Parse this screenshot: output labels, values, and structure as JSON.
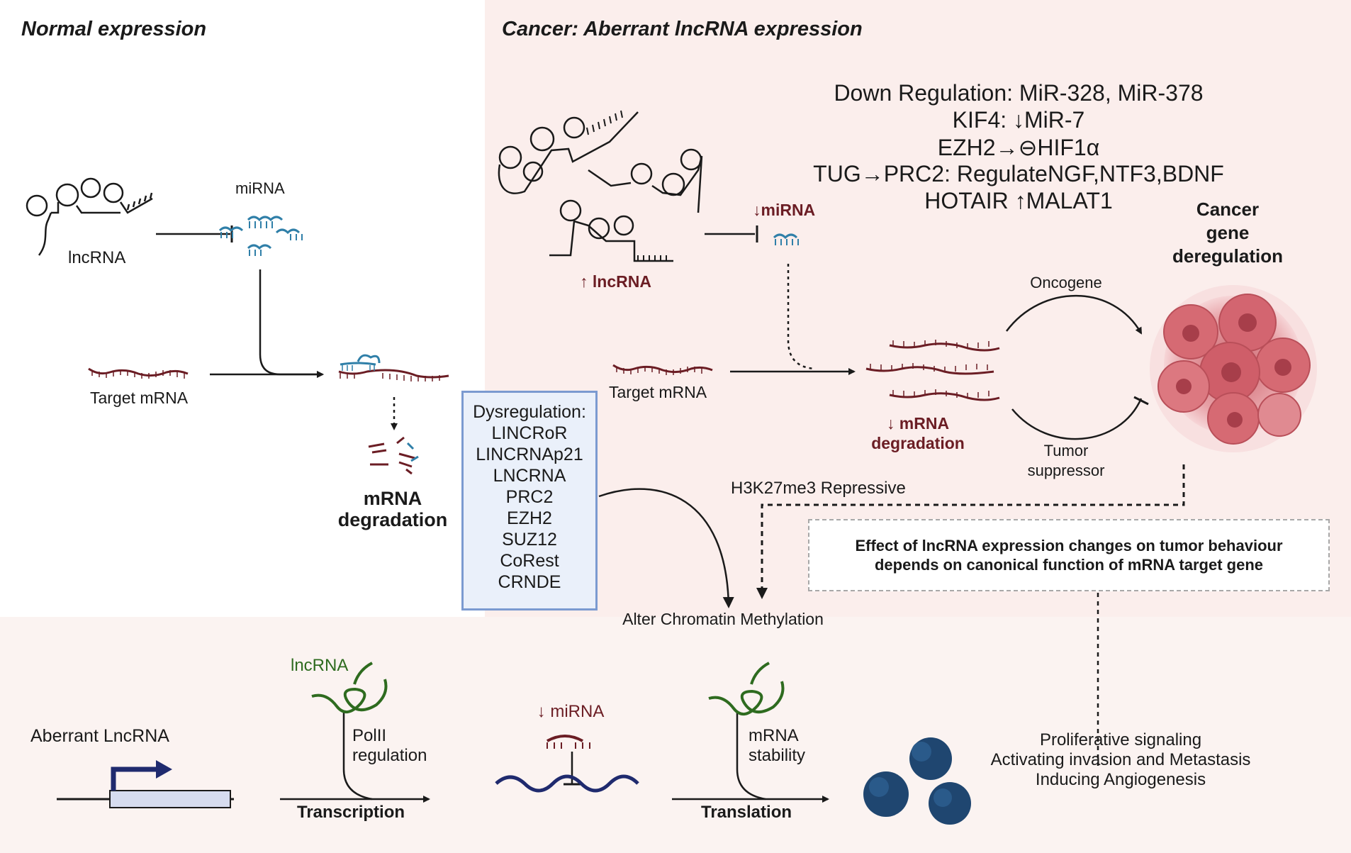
{
  "normal": {
    "title": "Normal expression",
    "lncrna_label": "lncRNA",
    "mirna_label": "miRNA",
    "target_mrna_label": "Target mRNA",
    "degradation_line1": "mRNA",
    "degradation_line2": "degradation"
  },
  "cancer": {
    "title": "Cancer: Aberrant lncRNA expression",
    "regulation_lines": [
      "Down Regulation: MiR-328, MiR-378",
      "KIF4: ↓MiR-7",
      "EZH2→⊖HIF1α",
      "TUG→PRC2: RegulateNGF,NTF3,BDNF",
      "HOTAIR ↑MALAT1"
    ],
    "up_lncrna_label": "↑ lncRNA",
    "down_mirna_label": "↓miRNA",
    "target_mrna_label": "Target mRNA",
    "down_mrna_line1": "↓ mRNA",
    "down_mrna_line2": "degradation",
    "oncogene_label": "Oncogene",
    "tumor_suppressor_line1": "Tumor",
    "tumor_suppressor_line2": "suppressor",
    "deregulation_lines": [
      "Cancer",
      "gene",
      "deregulation"
    ],
    "h3k27_label": "H3K27me3 Repressive",
    "effect_lines": [
      "Effect of lncRNA expression changes on tumor behaviour",
      "depends on canonical function of mRNA target gene"
    ]
  },
  "dysregulation": {
    "items": [
      "Dysregulation:",
      "LINCRoR",
      "LINCRNAp21",
      "LNCRNA",
      "PRC2",
      "EZH2",
      "SUZ12",
      "CoRest",
      "CRNDE"
    ]
  },
  "bottom": {
    "alter_chromatin": "Alter Chromatin Methylation",
    "aberrant_label": "Aberrant LncRNA",
    "lncrna_green_label": "lncRNA",
    "polii_line1": "PolII",
    "polii_line2": "regulation",
    "transcription_label": "Transcription",
    "down_mirna_label": "↓ miRNA",
    "mrna_stability_line1": "mRNA",
    "mrna_stability_line2": "stability",
    "translation_label": "Translation",
    "outcomes": [
      "Proliferative signaling",
      "Activating invasion and Metastasis",
      "Inducing Angiogenesis"
    ]
  },
  "colors": {
    "cancer_bg": "#fbeeec",
    "bottom_bg": "#fbf3f1",
    "rna_dark_red": "#6b1d24",
    "mirna_blue": "#2f7fa8",
    "lncrna_green": "#2e6b1f",
    "protein_navy": "#1f4670",
    "tumor_pink": "#d66a73",
    "dysbox_border": "#7b9ad0"
  }
}
